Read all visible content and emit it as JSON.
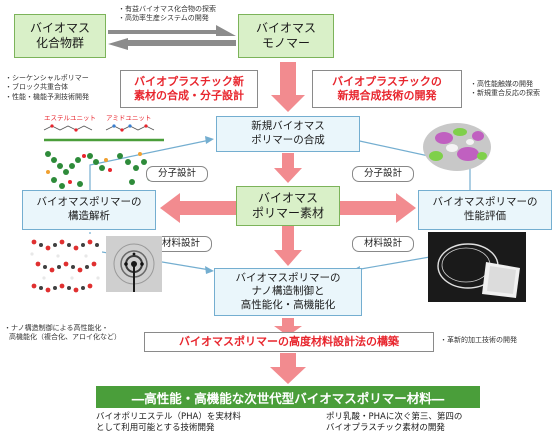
{
  "colors": {
    "red": "#e8262e",
    "pink_arrow": "#f28b8f",
    "green": "#4a9e3a",
    "blue_line": "#74aed0",
    "grey_arrow": "#8c8c8c"
  },
  "top": {
    "left_box": [
      "バイオマス",
      "化合物群"
    ],
    "right_box": [
      "バイオマス",
      "モノマー"
    ],
    "top_notes": [
      "・有益バイオマス化合物の探索",
      "・高効率生産システムの開発"
    ]
  },
  "left_notes": [
    "・シーケンシャルポリマー",
    "・ブロック共重合体",
    "・性能・機能予測技術開発"
  ],
  "right_notes": [
    "・高性能触媒の開発",
    "・新規重合反応の探索"
  ],
  "red_left": [
    "バイオプラスチック新",
    "素材の合成・分子設計"
  ],
  "red_right": [
    "バイオプラスチックの",
    "新規合成技術の開発"
  ],
  "labels": {
    "ester_unit": "エステルユニット",
    "amide_unit": "アミドユニット"
  },
  "center_top": [
    "新規バイオマス",
    "ポリマーの合成"
  ],
  "center_main": [
    "バイオマス",
    "ポリマー素材"
  ],
  "side_left": [
    "バイオマスポリマーの",
    "構造解析"
  ],
  "side_right": [
    "バイオマスポリマーの",
    "性能評価"
  ],
  "pills": {
    "upper_left": "分子設計",
    "upper_right": "分子設計",
    "lower_left": "材料設計",
    "lower_right": "材料設計"
  },
  "center_bottom": [
    "バイオマスポリマーの",
    "ナノ構造制御と",
    "高性能化・高機能化"
  ],
  "bottom_left_notes": [
    "・ナノ構造制御による高性能化・",
    "高機能化（複合化、アロイ化など）"
  ],
  "bottom_right_note": "・革新的加工技術の開発",
  "red_bottom": "バイオマスポリマーの高度材料設計法の構築",
  "final": "―高性能・高機能な次世代型バイオマスポリマー材料―",
  "footer_left": [
    "バイオポリエステル（PHA）を実材料",
    "として利用可能とする技術開発"
  ],
  "footer_right": [
    "ポリ乳酸・PHAに次ぐ第三、第四の",
    "バイオプラスチック素材の開発"
  ]
}
